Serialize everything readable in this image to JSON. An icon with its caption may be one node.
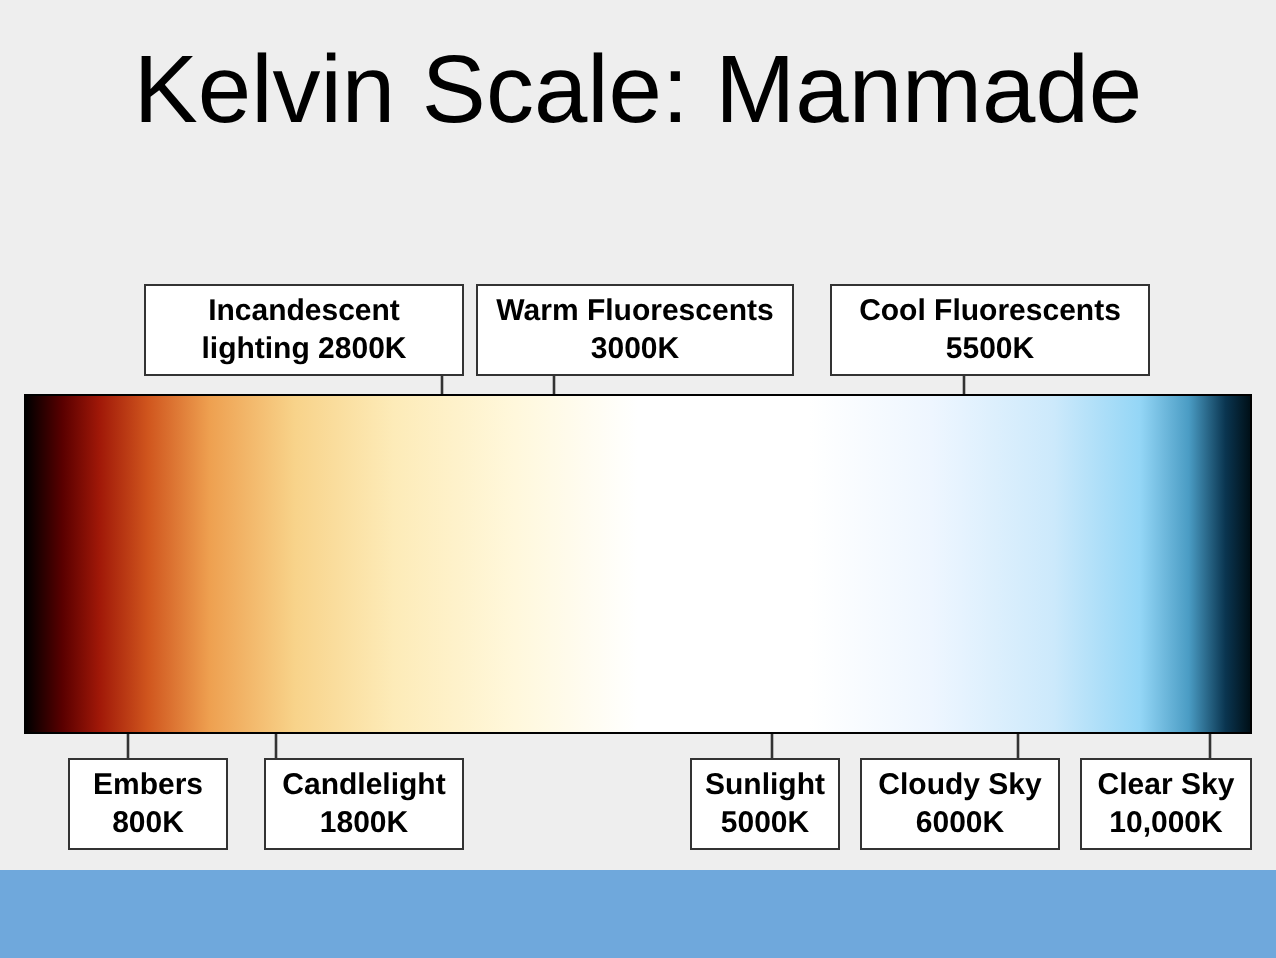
{
  "diagram": {
    "title": "Kelvin Scale: Manmade",
    "nodes": [
      {
        "text": [
          "Incandescent lighting 2800K"
        ]
      },
      {
        "text": [
          "Warm Fluorescents 3000K"
        ]
      },
      {
        "text": [
          "Cool Fluorescents 5500K"
        ]
      },
      {
        "text": [],
        "shape": "bar"
      },
      {
        "text": [
          "Embers 800K"
        ]
      },
      {
        "text": [
          "Candlelight 1800K"
        ]
      },
      {
        "text": [
          "Sunlight 5000K"
        ]
      },
      {
        "text": [
          "Cloudy Sky 6000K"
        ]
      },
      {
        "text": [
          "Clear Sky 10,000K"
        ]
      }
    ],
    "edges": [
      {
        "from": 0,
        "to": 3,
        "arrow": "none"
      },
      {
        "from": 1,
        "to": 3,
        "arrow": "none"
      },
      {
        "from": 2,
        "to": 3,
        "arrow": "none"
      },
      {
        "from": 4,
        "to": 3,
        "arrow": "none"
      },
      {
        "from": 5,
        "to": 3,
        "arrow": "none"
      },
      {
        "from": 6,
        "to": 3,
        "arrow": "none"
      },
      {
        "from": 7,
        "to": 3,
        "arrow": "none"
      },
      {
        "from": 8,
        "to": 3,
        "arrow": "none"
      }
    ]
  }
}
